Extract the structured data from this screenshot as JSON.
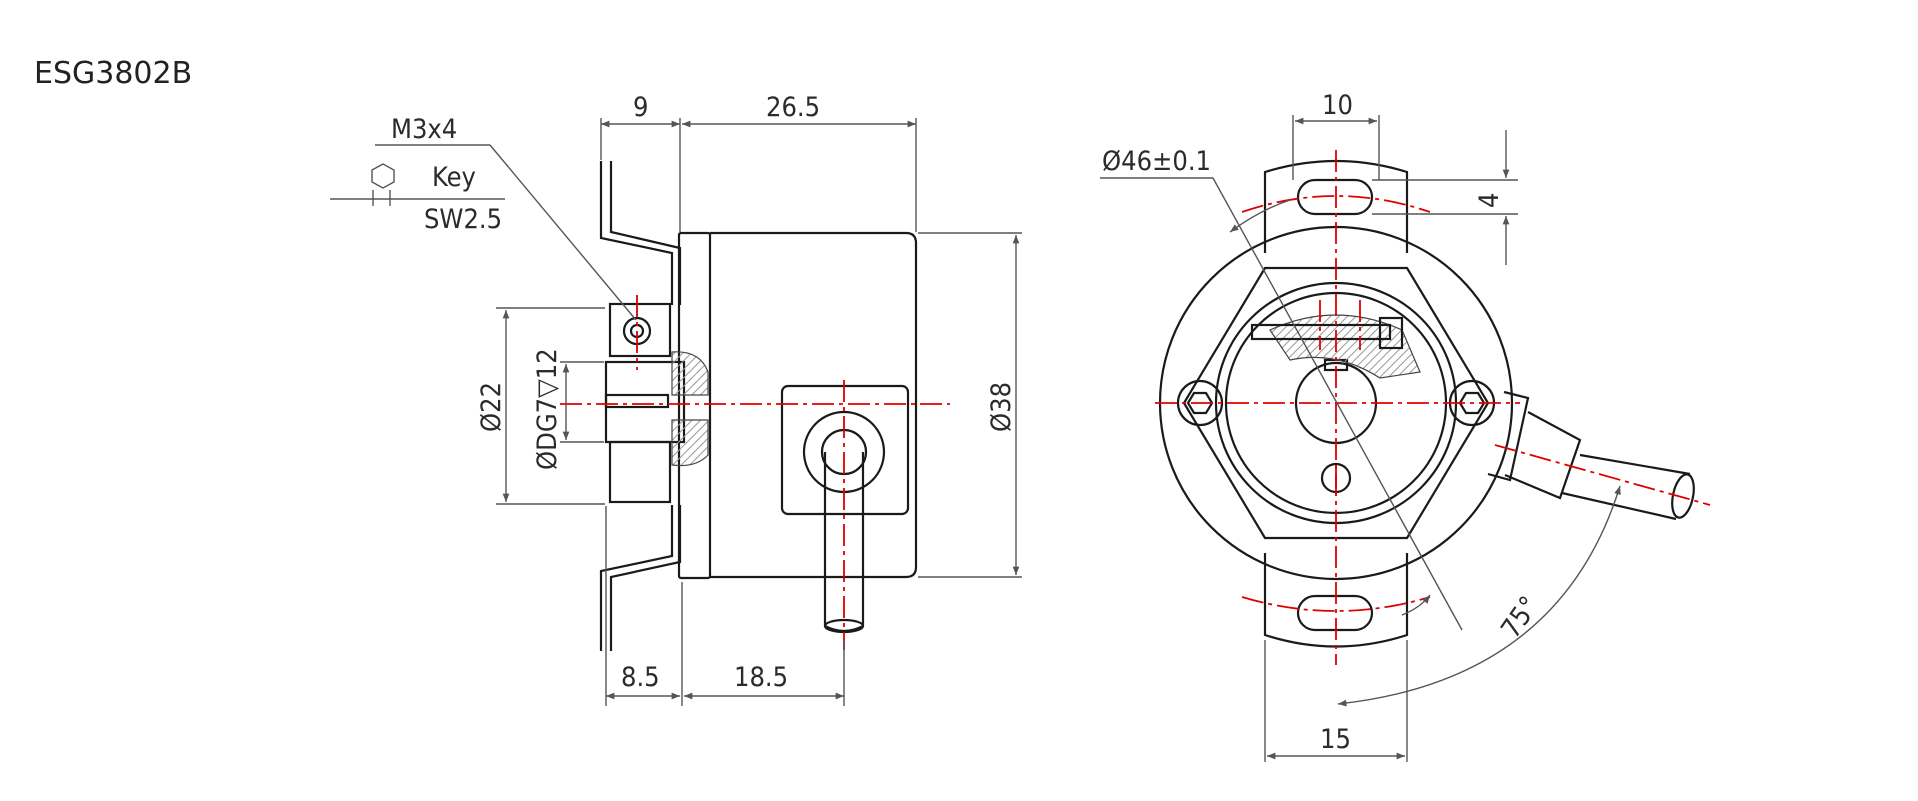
{
  "model": "ESG3802B",
  "side_view": {
    "screw": "M3x4",
    "key": "Key",
    "wrench": "SW2.5",
    "dim_top_a": "9",
    "dim_top_b": "26.5",
    "dim_bottom_a": "8.5",
    "dim_bottom_b": "18.5",
    "dia_flange": "Ø22",
    "dia_bore": "ØDG7▽12",
    "dia_body": "Ø38"
  },
  "front_view": {
    "slot_width": "10",
    "slot_height": "4",
    "pcd": "Ø46±0.1",
    "bottom_width": "15",
    "angle": "75°"
  }
}
